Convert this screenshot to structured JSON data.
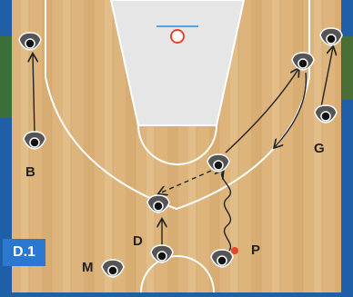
{
  "figure_label": "D.1",
  "players": {
    "b": "B",
    "g": "G",
    "d": "D",
    "m": "M",
    "p": "P"
  },
  "colors": {
    "frame": "#1f5fa8",
    "label_background": "#2b78d0",
    "court_wood": "#dcb47c",
    "paint": "#e6e6e6",
    "lines": "#ffffff",
    "rim": "#e8442b",
    "ball": "#e8442b"
  }
}
